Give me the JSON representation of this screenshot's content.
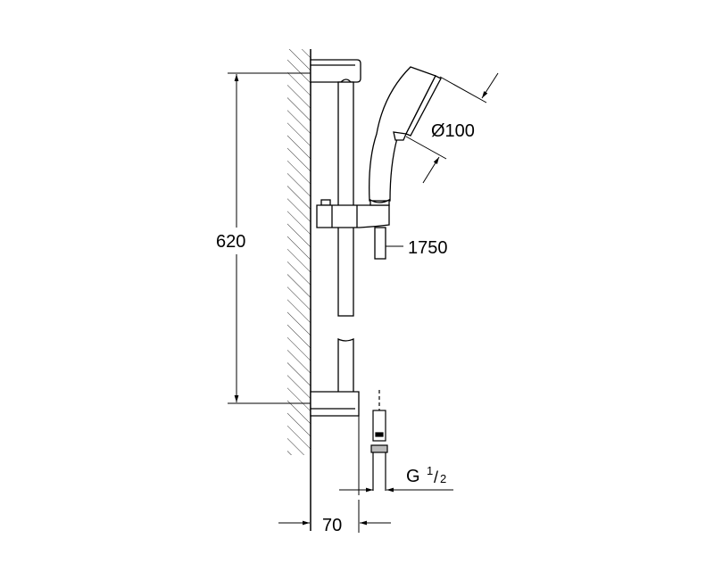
{
  "diagram": {
    "subject": "Shower rail set technical drawing",
    "dimensions": {
      "rail_height": "620",
      "shower_head_diameter": "Ø100",
      "hose_length": "1750",
      "wall_offset": "70",
      "thread_prefix": "G",
      "thread_numerator": "1",
      "thread_denominator": "2"
    },
    "colors": {
      "line": "#000000",
      "background": "#ffffff",
      "hatch": "#333333"
    }
  }
}
